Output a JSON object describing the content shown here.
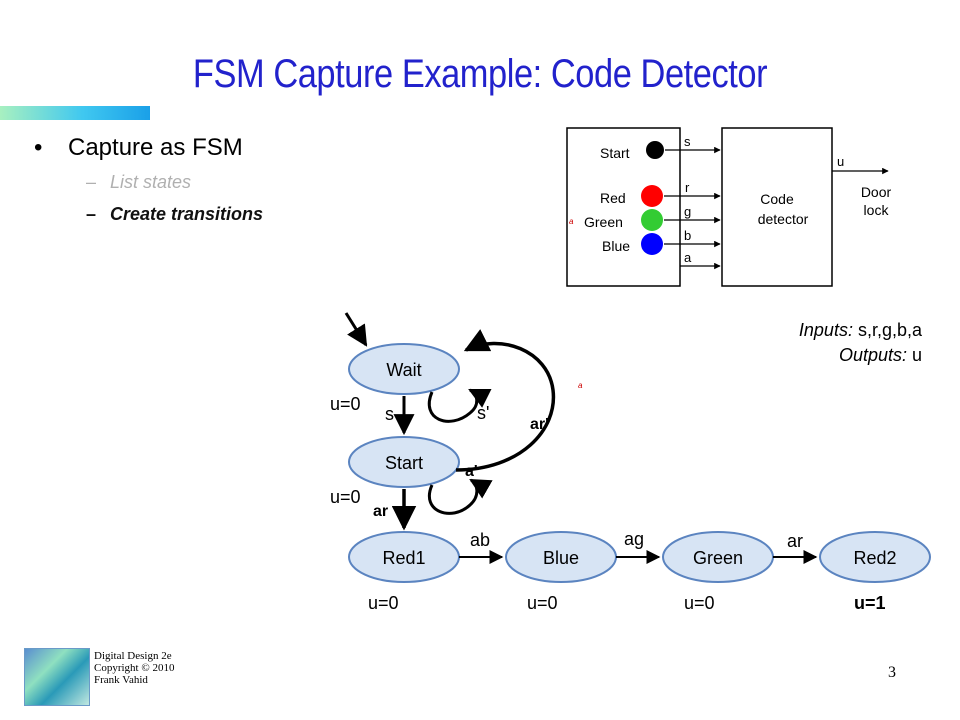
{
  "title": "FSM Capture Example: Code Detector",
  "bullets": {
    "main": "Capture as FSM",
    "sub": [
      {
        "text": "List states",
        "state": "inactive"
      },
      {
        "text": "Create transitions",
        "state": "active"
      }
    ]
  },
  "block_diagram": {
    "buttons": [
      {
        "label": "Start",
        "color": "#000000",
        "signal": "s"
      },
      {
        "label": "Red",
        "color": "#ff0000",
        "signal": "r"
      },
      {
        "label": "Green",
        "color": "#33cc33",
        "signal": "g"
      },
      {
        "label": "Blue",
        "color": "#0000ff",
        "signal": "b"
      }
    ],
    "extra_signal": "a",
    "stray_mark": "a",
    "detector_line1": "Code",
    "detector_line2": "detector",
    "output_signal": "u",
    "output_line1": "Door",
    "output_line2": "lock"
  },
  "io": {
    "inputs_label": "Inputs:",
    "inputs_value": " s,r,g,b,a",
    "outputs_label": "Outputs:",
    "outputs_value": " u"
  },
  "fsm": {
    "states": {
      "wait": "Wait",
      "start": "Start",
      "red1": "Red1",
      "blue": "Blue",
      "green": "Green",
      "red2": "Red2"
    },
    "outputs": {
      "wait": "u=0",
      "start": "u=0",
      "red1": "u=0",
      "blue": "u=0",
      "green": "u=0",
      "red2": "u=1"
    },
    "transitions": {
      "wait_to_start": "s",
      "wait_self": "s'",
      "start_self": "a'",
      "start_to_red1": "ar",
      "start_to_wait": "ar'",
      "red1_to_blue": "ab",
      "blue_to_green": "ag",
      "green_to_red2": "ar"
    },
    "stray_mark": "a"
  },
  "footer": {
    "line1": "Digital Design 2e",
    "line2": "Copyright © 2010",
    "line3": "Frank Vahid",
    "page": "3"
  }
}
